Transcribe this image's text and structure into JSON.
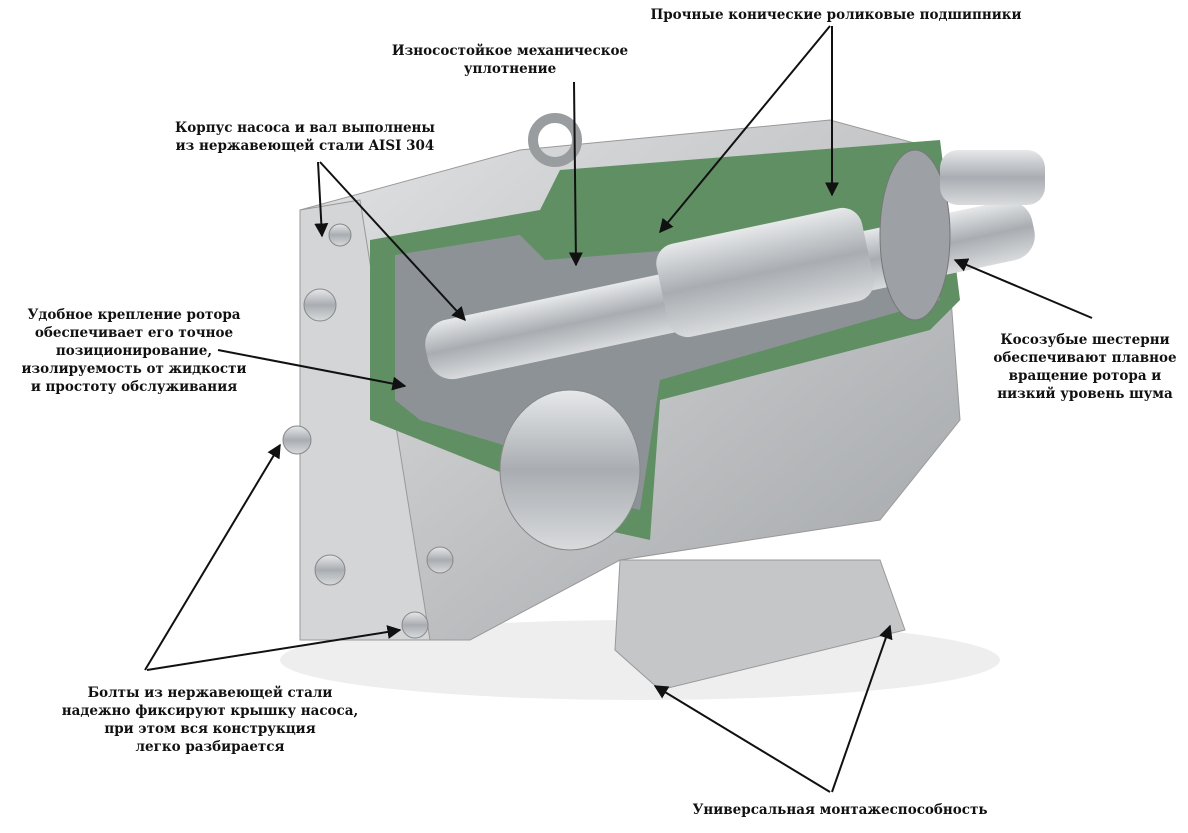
{
  "title": "Устройство роторного насоса",
  "labels": {
    "bearings": "Прочные конические роликовые подшипники",
    "seal": "Износостойкое механическое\nуплотнение",
    "housing": "Корпус насоса и вал выполнены\nиз нержавеющей стали AISI 304",
    "rotor_mount": "Удобное крепление ротора\nобеспечивает его точное\nпозиционирование,\nизолируемость от жидкости\nи простоту обслуживания",
    "gears": "Косозубые шестерни\nобеспечивают плавное\nвращение ротора и\nнизкий уровень шума",
    "bolts": "Болты из нержавеющей стали\nнадежно фиксируют крышку насоса,\nпри этом вся конструкция\nлегко разбирается",
    "mounting": "Универсальная монтажеспособность"
  },
  "colors": {
    "cutaway_green": "#5f8f63",
    "steel": "#b9bcbf",
    "arrow": "#111111"
  }
}
